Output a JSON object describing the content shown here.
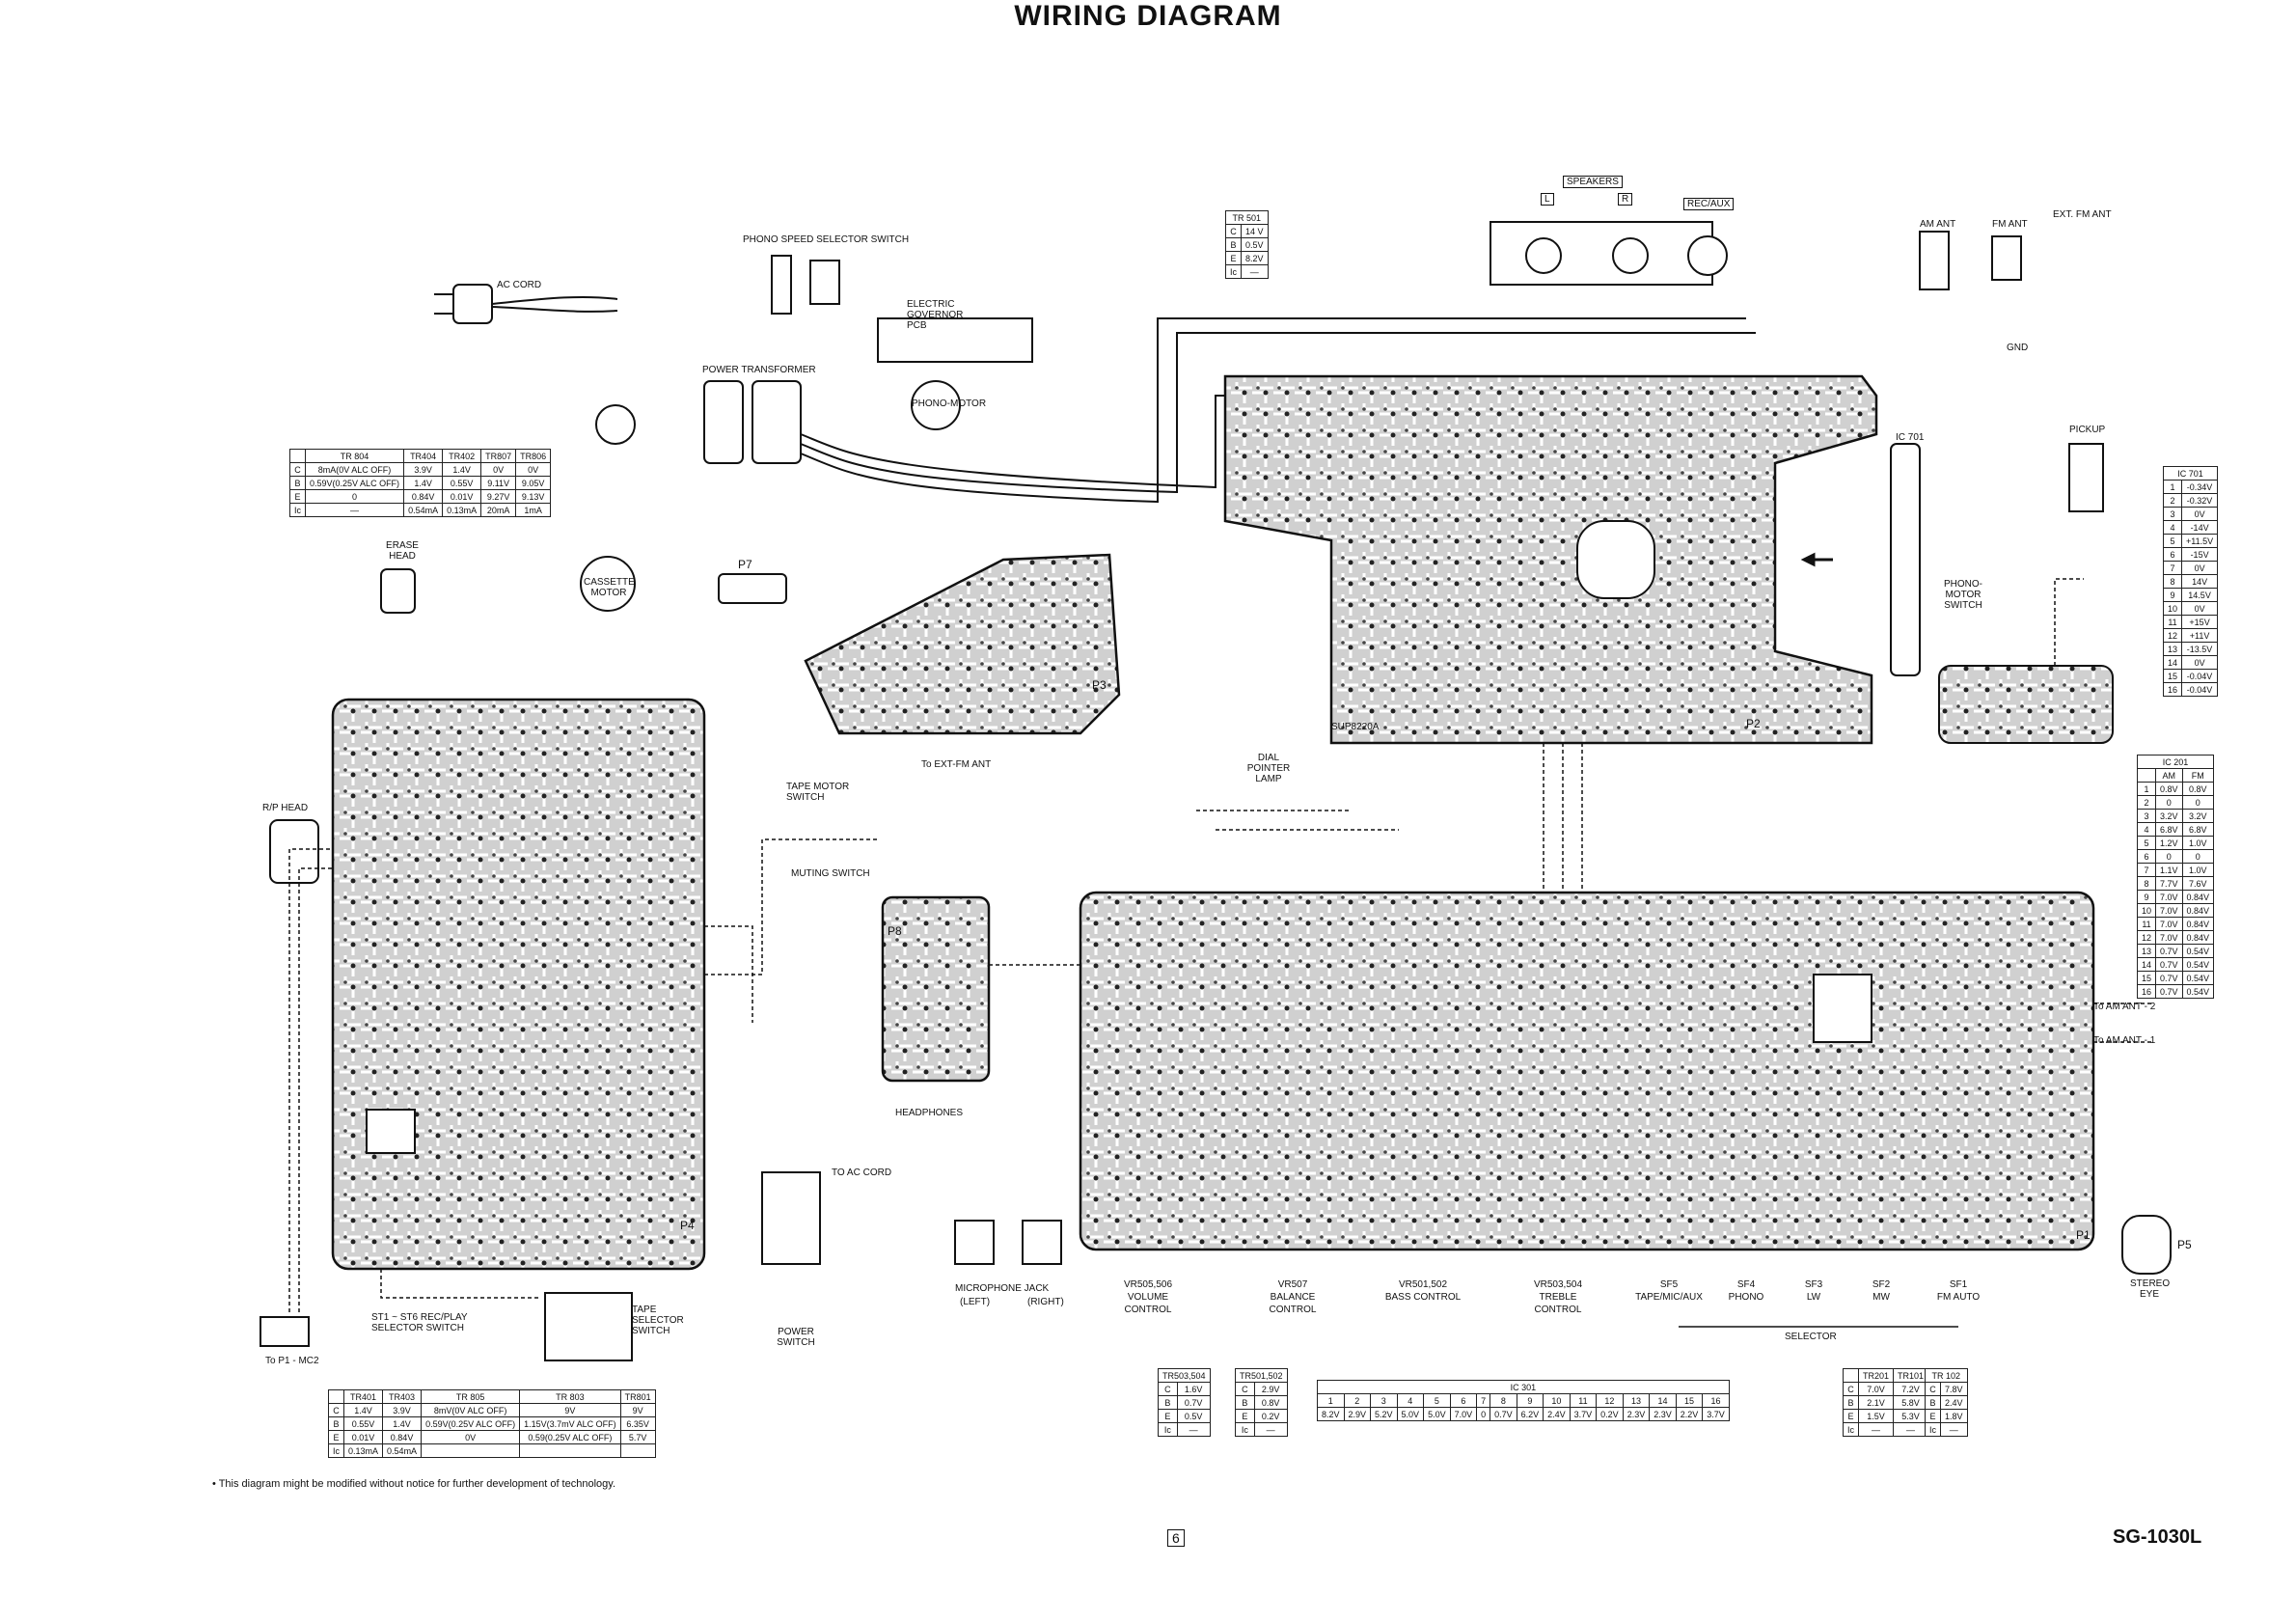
{
  "title": "WIRING DIAGRAM",
  "model": "SG-1030L",
  "page_number": "6",
  "note": "• This diagram might be modified without notice for further development of technology.",
  "labels": {
    "ac_cord": "AC CORD",
    "phono_speed_switch": "PHONO SPEED SELECTOR SWITCH",
    "electric_governor_pcb": "ELECTRIC GOVERNOR PCB",
    "phono_motor": "PHONO-MOTOR",
    "power_transformer": "POWER TRANSFORMER",
    "erase_head": "ERASE HEAD",
    "cassette_motor": "CASSETTE MOTOR",
    "rp_head": "R/P HEAD",
    "tape_motor_switch": "TAPE MOTOR SWITCH",
    "muting_switch": "MUTING SWITCH",
    "headphones": "HEADPHONES",
    "power_switch": "POWER SWITCH",
    "microphone_jack": "MICROPHONE JACK",
    "mic_left": "(LEFT)",
    "mic_right": "(RIGHT)",
    "rec_play_switch": "ST1 ~ ST6 REC/PLAY SELECTOR SWITCH",
    "tape_selector_switch": "TAPE SELECTOR SWITCH",
    "speakers": "SPEAKERS",
    "speaker_l": "L",
    "speaker_r": "R",
    "rec_aux": "REC/AUX",
    "dial_pointer_lamp": "DIAL POINTER LAMP",
    "am_ant": "AM ANT",
    "fm_ant": "FM ANT",
    "ext_fm_ant": "EXT. FM ANT",
    "pickup": "PICKUP",
    "phono_motor_switch": "PHONO-MOTOR SWITCH",
    "stereo_eye": "STEREO EYE",
    "gnd": "GND",
    "ic701": "IC 701",
    "selector": "SELECTOR",
    "to_am_ant_2": "To AM ANT - 2",
    "to_am_ant_1": "To AM ANT - 1",
    "to_ext_fm_ant": "To EXT-FM ANT",
    "p1_mc2": "To P1 - MC2",
    "to_ac_cord": "TO AC CORD",
    "board_p2": "SUP8220A",
    "p2": "P2",
    "p3": "P3",
    "p4": "P4",
    "p5": "P5",
    "p7": "P7",
    "p8": "P8",
    "p1": "P1"
  },
  "controls": [
    {
      "id": "VR505,506",
      "name": "VOLUME CONTROL"
    },
    {
      "id": "VR507",
      "name": "BALANCE CONTROL"
    },
    {
      "id": "VR501,502",
      "name": "BASS CONTROL"
    },
    {
      "id": "VR503,504",
      "name": "TREBLE CONTROL"
    },
    {
      "id": "SF5",
      "name": "TAPE/MIC/AUX"
    },
    {
      "id": "SF4",
      "name": "PHONO"
    },
    {
      "id": "SF3",
      "name": "LW"
    },
    {
      "id": "SF2",
      "name": "MW"
    },
    {
      "id": "SF1",
      "name": "FM AUTO"
    }
  ],
  "tr501": {
    "title": "TR 501",
    "rows": [
      [
        "C",
        "14 V"
      ],
      [
        "B",
        "0.5V"
      ],
      [
        "E",
        "8.2V"
      ],
      [
        "Ic",
        "—"
      ]
    ]
  },
  "tr804_table": {
    "headers": [
      "",
      "TR 804",
      "TR404",
      "TR402",
      "TR807",
      "TR806"
    ],
    "rows": [
      [
        "C",
        "8mA(0V ALC OFF)",
        "3.9V",
        "1.4V",
        "0V",
        "0V"
      ],
      [
        "B",
        "0.59V(0.25V ALC OFF)",
        "1.4V",
        "0.55V",
        "9.11V",
        "9.05V"
      ],
      [
        "E",
        "0",
        "0.84V",
        "0.01V",
        "9.27V",
        "9.13V"
      ],
      [
        "Ic",
        "—",
        "0.54mA",
        "0.13mA",
        "20mA",
        "1mA"
      ]
    ]
  },
  "tr401_table": {
    "headers": [
      "",
      "TR401",
      "TR403",
      "TR 805",
      "TR 803",
      "TR801"
    ],
    "rows": [
      [
        "C",
        "1.4V",
        "3.9V",
        "8mV(0V ALC OFF)",
        "9V",
        "9V"
      ],
      [
        "B",
        "0.55V",
        "1.4V",
        "0.59V(0.25V ALC OFF)",
        "1.15V(3.7mV ALC OFF)",
        "6.35V"
      ],
      [
        "E",
        "0.01V",
        "0.84V",
        "0V",
        "0.59(0.25V ALC OFF)",
        "5.7V"
      ],
      [
        "Ic",
        "0.13mA",
        "0.54mA",
        "",
        "",
        ""
      ]
    ]
  },
  "ic701_table": {
    "title": "IC 701",
    "rows": [
      [
        "1",
        "-0.34V"
      ],
      [
        "2",
        "-0.32V"
      ],
      [
        "3",
        "0V"
      ],
      [
        "4",
        "-14V"
      ],
      [
        "5",
        "+11.5V"
      ],
      [
        "6",
        "-15V"
      ],
      [
        "7",
        "0V"
      ],
      [
        "8",
        "14V"
      ],
      [
        "9",
        "14.5V"
      ],
      [
        "10",
        "0V"
      ],
      [
        "11",
        "+15V"
      ],
      [
        "12",
        "+11V"
      ],
      [
        "13",
        "-13.5V"
      ],
      [
        "14",
        "0V"
      ],
      [
        "15",
        "-0.04V"
      ],
      [
        "16",
        "-0.04V"
      ]
    ]
  },
  "ic201_table": {
    "title": "IC 201",
    "headers": [
      "",
      "AM",
      "FM"
    ],
    "rows": [
      [
        "1",
        "0.8V",
        "0.8V"
      ],
      [
        "2",
        "0",
        "0"
      ],
      [
        "3",
        "3.2V",
        "3.2V"
      ],
      [
        "4",
        "6.8V",
        "6.8V"
      ],
      [
        "5",
        "1.2V",
        "1.0V"
      ],
      [
        "6",
        "0",
        "0"
      ],
      [
        "7",
        "1.1V",
        "1.0V"
      ],
      [
        "8",
        "7.7V",
        "7.6V"
      ],
      [
        "9",
        "7.0V",
        "0.84V"
      ],
      [
        "10",
        "7.0V",
        "0.84V"
      ],
      [
        "11",
        "7.0V",
        "0.84V"
      ],
      [
        "12",
        "7.0V",
        "0.84V"
      ],
      [
        "13",
        "0.7V",
        "0.54V"
      ],
      [
        "14",
        "0.7V",
        "0.54V"
      ],
      [
        "15",
        "0.7V",
        "0.54V"
      ],
      [
        "16",
        "0.7V",
        "0.54V"
      ]
    ]
  },
  "tr503_table": {
    "title": "TR503,504",
    "rows": [
      [
        "C",
        "1.6V"
      ],
      [
        "B",
        "0.7V"
      ],
      [
        "E",
        "0.5V"
      ],
      [
        "Ic",
        "—"
      ]
    ]
  },
  "tr502_table": {
    "title": "TR501,502",
    "rows": [
      [
        "C",
        "2.9V"
      ],
      [
        "B",
        "0.8V"
      ],
      [
        "E",
        "0.2V"
      ],
      [
        "Ic",
        "—"
      ]
    ]
  },
  "ic301_table": {
    "title": "IC 301",
    "pins": [
      "1",
      "2",
      "3",
      "4",
      "5",
      "6",
      "7",
      "8",
      "9",
      "10",
      "11",
      "12",
      "13",
      "14",
      "15",
      "16"
    ],
    "volts": [
      "8.2V",
      "2.9V",
      "5.2V",
      "5.0V",
      "5.0V",
      "7.0V",
      "0",
      "0.7V",
      "6.2V",
      "2.4V",
      "3.7V",
      "0.2V",
      "2.3V",
      "2.3V",
      "2.2V",
      "3.7V"
    ]
  },
  "tr201_table": {
    "headers": [
      "",
      "TR201",
      "TR101"
    ],
    "rows": [
      [
        "C",
        "7.0V",
        "7.2V"
      ],
      [
        "B",
        "2.1V",
        "5.8V"
      ],
      [
        "E",
        "1.5V",
        "5.3V"
      ],
      [
        "Ic",
        "—",
        "—"
      ]
    ]
  },
  "tr102_table": {
    "title": "TR 102",
    "rows": [
      [
        "C",
        "7.8V"
      ],
      [
        "B",
        "2.4V"
      ],
      [
        "E",
        "1.8V"
      ],
      [
        "Ic",
        "—"
      ]
    ]
  },
  "wire_colors": {
    "black": "#111111",
    "board": "#d8d8d8",
    "trace": "#ffffff"
  }
}
